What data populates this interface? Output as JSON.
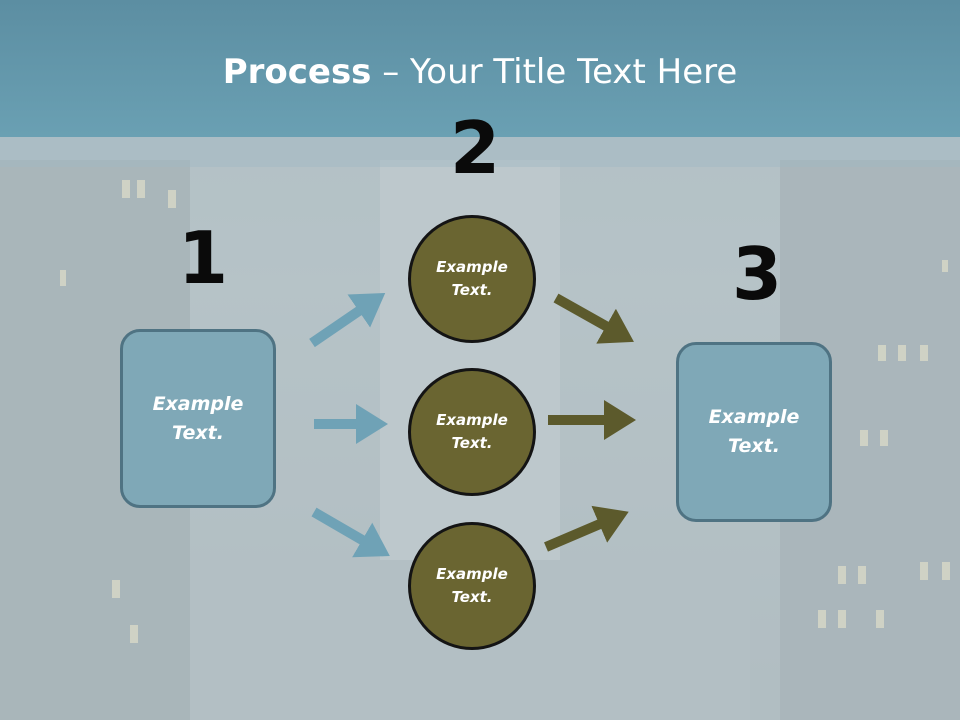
{
  "title": {
    "bold": "Process",
    "rest": " – Your Title Text Here"
  },
  "steps": [
    {
      "number": "1"
    },
    {
      "number": "2"
    },
    {
      "number": "3"
    }
  ],
  "left_box": {
    "line1": "Example",
    "line2": "Text."
  },
  "right_box": {
    "line1": "Example",
    "line2": "Text."
  },
  "circles": [
    {
      "line1": "Example",
      "line2": "Text."
    },
    {
      "line1": "Example",
      "line2": "Text."
    },
    {
      "line1": "Example",
      "line2": "Text."
    }
  ],
  "colors": {
    "title_bar": "#6aa0b3",
    "box_fill": "#7fa8b7",
    "box_border": "#4f7383",
    "circle_fill": "#6a6531",
    "arrow_blue": "#6fa2b6",
    "arrow_olive": "#5c5a2c"
  }
}
